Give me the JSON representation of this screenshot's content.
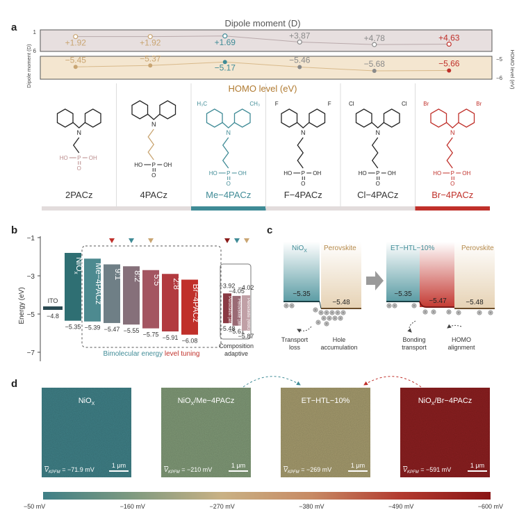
{
  "panel_a": {
    "letter": "a",
    "top_title": "Dipole moment (D)",
    "bottom_title": "HOMO level (eV)",
    "dipole_axis": {
      "label": "Dipole moment (D)",
      "tick_top": "1",
      "tick_bottom": "6"
    },
    "homo_axis": {
      "label": "HOMO level (eV)",
      "tick_top": "−5",
      "tick_bottom": "−6"
    },
    "molecules": [
      {
        "name": "2PACz",
        "dipole": 1.92,
        "dipole_label": "+1.92",
        "homo": -5.45,
        "homo_label": "−5.45",
        "color": "#c9a572",
        "highlight": false
      },
      {
        "name": "4PACz",
        "dipole": 1.92,
        "dipole_label": "+1.92",
        "homo": -5.37,
        "homo_label": "−5.37",
        "color": "#c9a572",
        "highlight": false
      },
      {
        "name": "Me−4PACz",
        "dipole": 1.69,
        "dipole_label": "+1.69",
        "homo": -5.17,
        "homo_label": "−5.17",
        "color": "#3f8b96",
        "highlight": true,
        "sub1": "H₃C",
        "sub2": "CH₃"
      },
      {
        "name": "F−4PACz",
        "dipole": 3.87,
        "dipole_label": "+3.87",
        "homo": -5.46,
        "homo_label": "−5.46",
        "color": "#8a8a8a",
        "highlight": false,
        "sub1": "F",
        "sub2": "F"
      },
      {
        "name": "Cl−4PACz",
        "dipole": 4.78,
        "dipole_label": "+4.78",
        "homo": -5.68,
        "homo_label": "−5.68",
        "color": "#8a8a8a",
        "highlight": false,
        "sub1": "Cl",
        "sub2": "Cl"
      },
      {
        "name": "Br−4PACz",
        "dipole": 4.63,
        "dipole_label": "+4.63",
        "homo": -5.66,
        "homo_label": "−5.66",
        "color": "#c0302a",
        "highlight": true,
        "sub1": "Br",
        "sub2": "Br"
      }
    ],
    "phos": {
      "ho": "HO",
      "p": "P",
      "oh": "OH",
      "o": "O"
    },
    "nitrogen": "N"
  },
  "panel_b": {
    "letter": "b",
    "ylabel": "Energy (eV)",
    "yticks": [
      "−1",
      "−3",
      "−5",
      "−7"
    ],
    "ito": {
      "label": "ITO",
      "value": "−4.8"
    },
    "bars": [
      {
        "label": "NiO",
        "sub": "x",
        "bottom": "−5.35",
        "color": "#2f6f73"
      },
      {
        "label": "Me−4PACz",
        "bottom": "−5.39",
        "color": "#4d8a90"
      },
      {
        "label": "9:1",
        "bottom": "−5.47",
        "color": "#6f7f86"
      },
      {
        "label": "8:2",
        "bottom": "−5.55",
        "color": "#86707a"
      },
      {
        "label": "5:5",
        "bottom": "−5.75",
        "color": "#a45561"
      },
      {
        "label": "2:8",
        "bottom": "−5.91",
        "color": "#b23a3f"
      },
      {
        "label": "Br−4PACz",
        "bottom": "−6.08",
        "color": "#c0302a"
      }
    ],
    "perovskites": [
      {
        "label": "Perovskite (anti-solv)",
        "top": "−3.92",
        "bottom": "−5.48",
        "color": "#8a3a44"
      },
      {
        "label": "Perovskite (anti-free)",
        "top": "−4.05",
        "bottom": "−5.61",
        "color": "#9a6a74"
      },
      {
        "label": "Perovskite (WBG)",
        "top": "−4.02",
        "bottom": "−5.87",
        "color": "#c0a0a6"
      }
    ],
    "tuning_label_1": "Bimolecular energy ",
    "tuning_label_2": "level tuning",
    "adaptive_1": "Composition",
    "adaptive_2": "adaptive"
  },
  "panel_c": {
    "letter": "c",
    "left": {
      "htl": "NiO",
      "htl_sub": "X",
      "pero": "Perovskite",
      "v1": "−5.35",
      "v2": "−5.48",
      "note1a": "Transport",
      "note1b": "loss",
      "note2a": "Hole",
      "note2b": "accumulation"
    },
    "right": {
      "htl": "ET−HTL−10%",
      "pero": "Perovskite",
      "v1": "−5.35",
      "v2": "−5.47",
      "v3": "−5.48",
      "note1a": "Bonding",
      "note1b": "transport",
      "note2a": "HOMO",
      "note2b": "alignment"
    }
  },
  "panel_d": {
    "letter": "d",
    "images": [
      {
        "title": "NiO",
        "title_sub": "X",
        "title_rest": "",
        "value": "−71.9 mV",
        "color": "#3f7f86"
      },
      {
        "title": "NiO",
        "title_sub": "X",
        "title_rest": "/Me−4PACz",
        "value": "−210 mV",
        "color": "#7f9876"
      },
      {
        "title": "ET−HTL−10%",
        "title_sub": "",
        "title_rest": "",
        "value": "−269 mV",
        "color": "#a49a6d"
      },
      {
        "title": "NiO",
        "title_sub": "X",
        "title_rest": "/Br−4PACz",
        "value": "−591 mV",
        "color": "#8a1f20"
      }
    ],
    "vlabel": "V",
    "vsub": "KPFM",
    "scale": "1 μm",
    "colorbar": {
      "ticks": [
        "−50 mV",
        "−160 mV",
        "−270 mV",
        "−380 mV",
        "−490 mV",
        "−600 mV"
      ],
      "stops": [
        "#3f7f86",
        "#7f9a80",
        "#c9b184",
        "#c78a64",
        "#b23a2f",
        "#8a1515"
      ]
    }
  },
  "colors": {
    "gray_band": "#e4dcdc",
    "homo_band": "#f3e5cf",
    "teal": "#3f8b96",
    "red": "#c0302a",
    "tan": "#c9a572",
    "gray": "#8a8a8a"
  }
}
